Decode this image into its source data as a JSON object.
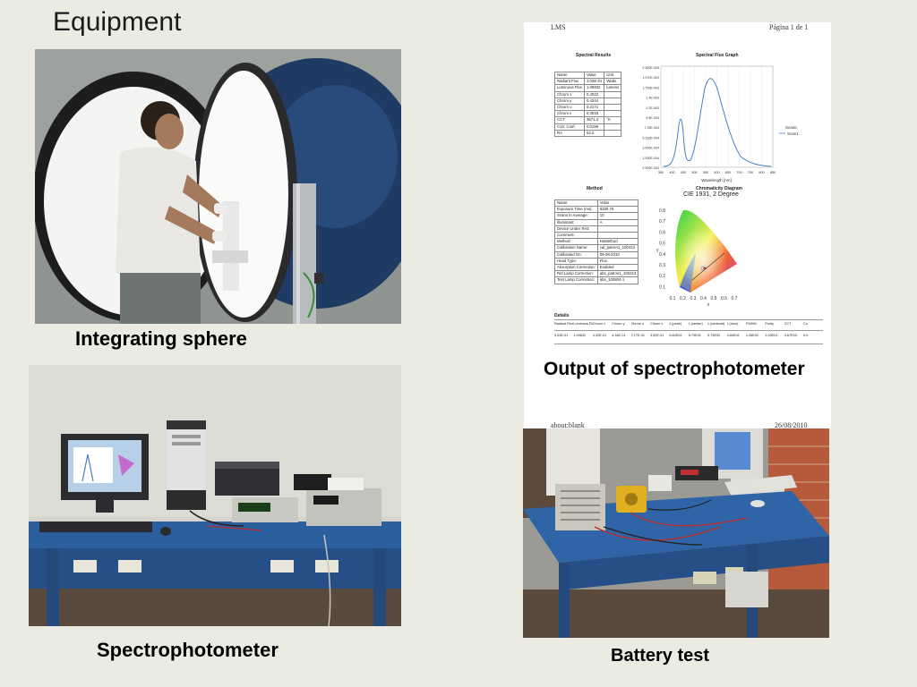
{
  "page": {
    "title": "Equipment"
  },
  "captions": {
    "sphere": "Integrating sphere",
    "spectro_output": "Output of spectrophotometer",
    "spectrophotometer": "Spectrophotometer",
    "battery": "Battery test"
  },
  "document": {
    "header_left": "LMS",
    "header_right": "Página 1 de 1",
    "footer_left": "about:blank",
    "footer_right": "26/08/2010",
    "spectral_results_title": "Spectral Results",
    "spectral_graph_title": "Spectral Flux Graph",
    "method_title": "Method",
    "chromaticity_title": "Chromaticity Diagram",
    "chromaticity_subtitle": "CIE 1931, 2 Degree",
    "details_title": "Details",
    "results_headers": [
      "Name",
      "Value",
      "Unit"
    ],
    "results_rows": [
      [
        "Radiant Flux",
        "3.03E-01",
        "Watts"
      ],
      [
        "Luminous Flux",
        "1.09832",
        "lumens"
      ],
      [
        "Chrom x",
        "0.4022",
        ""
      ],
      [
        "Chrom y",
        "0.4344",
        ""
      ],
      [
        "Chrom u",
        "0.2171",
        ""
      ],
      [
        "Chrom v",
        "0.3516",
        ""
      ],
      [
        "CCT",
        "3671.3",
        "°K"
      ],
      [
        "Corr. Coef.",
        "0.0189",
        ""
      ],
      [
        "RA",
        "62.0",
        ""
      ]
    ],
    "method_headers": [
      "Name",
      "Value"
    ],
    "method_rows": [
      [
        "Exposure Time (ms):",
        "8280.79"
      ],
      [
        "Scans to Average:",
        "10"
      ],
      [
        "Illuminant:",
        "A"
      ],
      [
        "Device Under Test:",
        ""
      ],
      [
        "Comment:",
        ""
      ],
      [
        "Method:",
        "NuMethod"
      ],
      [
        "Calibration Name:",
        "cal_patron1_100413"
      ],
      [
        "Calibrated On:",
        "09-28-2010"
      ],
      [
        "Head Type:",
        "Flux"
      ],
      [
        "Absorption Correction:",
        "Enabled"
      ],
      [
        "Ref Lamp Correction:",
        "abs_patron1_100413"
      ],
      [
        "Test Lamp Correction:",
        "abs_100804-1"
      ]
    ],
    "details_headers": [
      "Radiant Flux",
      "Luminous Flux",
      "Chrom x",
      "Chrom y",
      "Chrom u",
      "Chrom v",
      "λ (peak)",
      "λ (center)",
      "λ (centroid)",
      "λ (dom)",
      "FWHM",
      "Purity",
      "CCT",
      "Co"
    ],
    "details_row": [
      "3.03E-01",
      "1.09832",
      "4.02E-01",
      "4.34E-01",
      "2.17E-01",
      "3.52E-01",
      "5.60E02",
      "5.79E02",
      "5.75E02",
      "5.80E02",
      "1.26E02",
      "1.00E01",
      "3.67E03",
      "5.0"
    ],
    "spectral_y_ticks": [
      "2.300E-003",
      "1.970E-003",
      "1.750E-003",
      "1.4E-003",
      "1.2E-003",
      "9.4E-004",
      "7.25E-004",
      "5.100E-004",
      "3.000E-004",
      "1.000E-004",
      "2.900E-004"
    ],
    "spectral_x_ticks": [
      "350",
      "400",
      "450",
      "500",
      "550",
      "600",
      "650",
      "700",
      "750",
      "800",
      "850"
    ],
    "spectral_x_label": "Wavelength [nm]",
    "spectral_legend": [
      "Scanic",
      "Scan1"
    ],
    "chroma_y_ticks": [
      "0.8",
      "0.7",
      "0.6",
      "0.5",
      "0.4",
      "0.3",
      "0.2",
      "0.1"
    ],
    "chroma_x_ticks": [
      "0.1",
      "0.2",
      "0.3",
      "0.4",
      "0.5",
      "0.6",
      "0.7"
    ],
    "chroma_x_label": "x",
    "chroma_y_label": "y"
  },
  "colors": {
    "background": "#ecebe2",
    "table_blue": "#2b5f9e",
    "wall": "#d7d6cf",
    "curve": "#4a7fc1"
  },
  "icons": {
    "sphere_photo": "integrating-sphere-photo",
    "spectro_photo": "lab-desk-photo",
    "battery_photo": "battery-test-photo"
  }
}
